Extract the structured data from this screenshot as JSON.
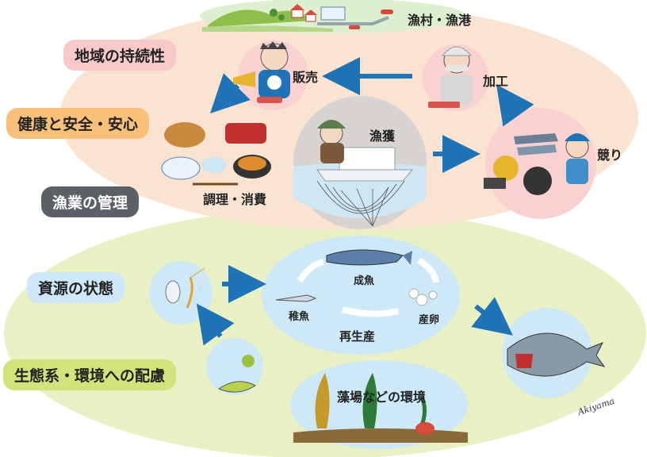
{
  "title": "",
  "nodes": {
    "port": "漁村・漁港",
    "sales": "販売",
    "processing": "加工",
    "auction": "競り",
    "fishing": "漁獲",
    "cooking": "調理・消費",
    "adult_fish": "成魚",
    "juvenile": "稚魚",
    "spawning": "産卵",
    "reproduction": "再生産",
    "seaweed": "藻場などの環境"
  },
  "tags": {
    "sustainability": "地域の持続性",
    "health_safety": "健康と安全・安心",
    "fishery_management": "漁業の管理",
    "resource_status": "資源の状態",
    "ecosystem": "生態系・環境への配慮"
  },
  "signature": "Akiyama",
  "colors": {
    "upper_ellipse": "#fbe3d2",
    "lower_ellipse": "#e8f0c4",
    "arrow_blue": "#1f74b8",
    "circle_blue": "#cde9f7",
    "circle_pink": "#f9d1d1"
  }
}
